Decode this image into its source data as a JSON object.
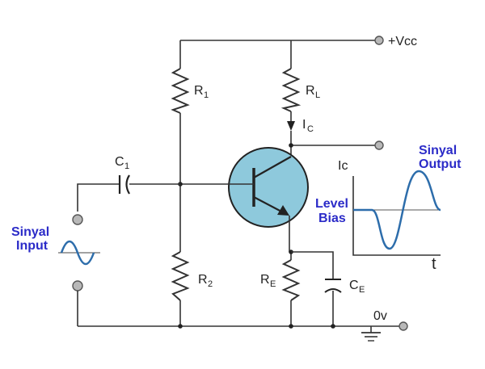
{
  "labels": {
    "vcc": "+Vcc",
    "r1": "R",
    "r1_sub": "1",
    "rl": "R",
    "rl_sub": "L",
    "ic": "I",
    "ic_sub": "C",
    "c1": "C",
    "c1_sub": "1",
    "r2": "R",
    "r2_sub": "2",
    "re": "R",
    "re_sub": "E",
    "ce": "C",
    "ce_sub": "E",
    "zero_v": "0v",
    "graph_y": "Ic",
    "graph_x": "t"
  },
  "annotations": {
    "input_line1": "Sinyal",
    "input_line2": "Input",
    "output_line1": "Sinyal",
    "output_line2": "Output",
    "bias_line1": "Level",
    "bias_line2": "Bias"
  },
  "colors": {
    "annotation": "#2b2bc8",
    "transistor_fill": "#8ec9dc",
    "waveform": "#2d6dab"
  }
}
